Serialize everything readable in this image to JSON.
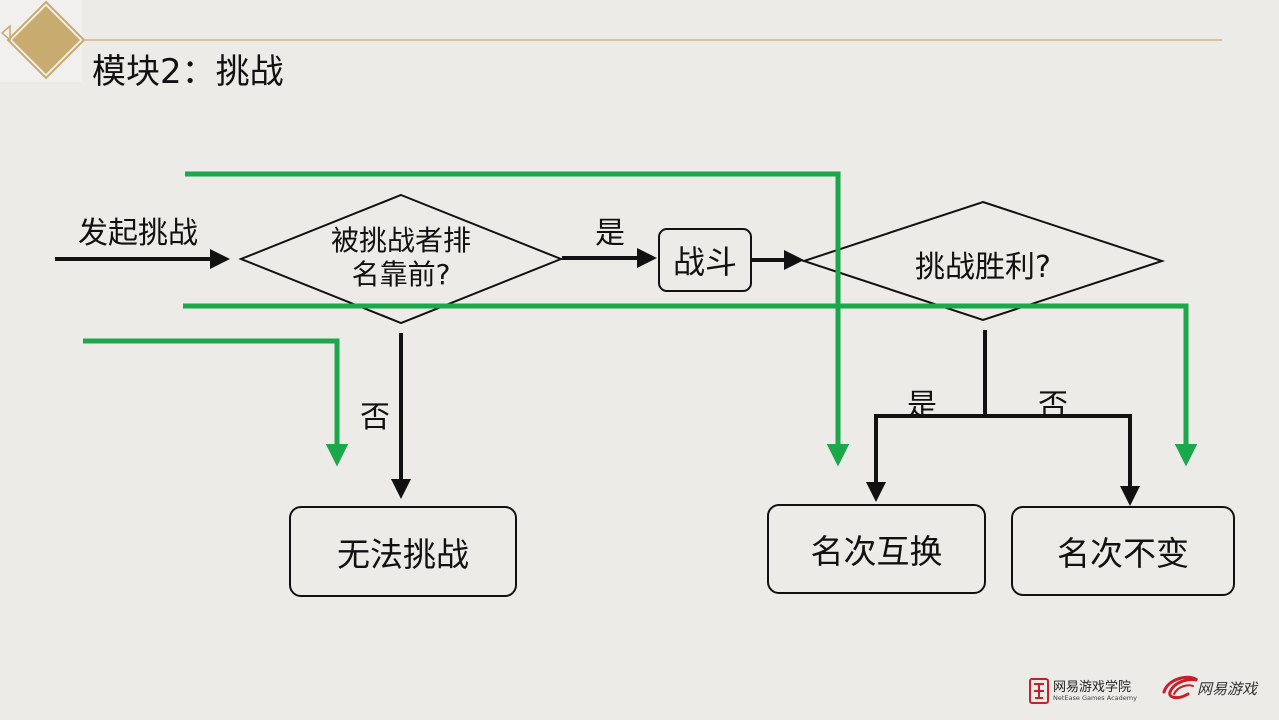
{
  "slide": {
    "title": "模块2：挑战"
  },
  "flow": {
    "start_label": "发起挑战",
    "decision1": {
      "line1": "被挑战者排",
      "line2": "名靠前?"
    },
    "yes1": "是",
    "no1": "否",
    "fight_box": "战斗",
    "decision2": "挑战胜利?",
    "yes2": "是",
    "no2": "否",
    "result_cannot": "无法挑战",
    "result_swap": "名次互换",
    "result_unchanged": "名次不变"
  },
  "footer": {
    "academy_name": "网易游戏学院",
    "academy_sub": "NetEase Games Academy",
    "brand_name": "网易游戏"
  },
  "colors": {
    "background": "#ecebe8",
    "ink": "#111111",
    "green": "#1aa84a",
    "gold": "#c8ab6e",
    "logo_red": "#c8202a"
  }
}
